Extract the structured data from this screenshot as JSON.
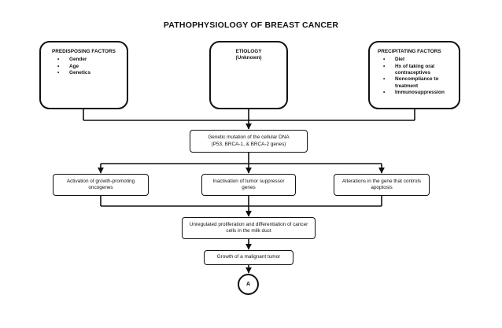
{
  "title": "PATHOPHYSIOLOGY OF BREAST CANCER",
  "predisposing": {
    "heading": "PREDISPOSING FACTORS",
    "items": [
      "Gender",
      "Age",
      "Genetics"
    ]
  },
  "etiology": {
    "heading": "ETIOLOGY",
    "subheading": "(Unknown)"
  },
  "precipitating": {
    "heading": "PRECIPITATING FACTORS",
    "items": [
      "Diet",
      "Hx of taking oral contraceptives",
      "Noncompliance to treatment",
      "Immunosuppression"
    ]
  },
  "mutation": {
    "line1": "Genetic mutation of the cellular DNA",
    "line2": "(P53, BRCA-1, & BRCA-2 genes)"
  },
  "activation": "Activation of growth-promoting oncogenes",
  "inactivation": "Inactivation of tumor suppressor genes",
  "alterations": "Alterations in the gene that controls apoptosis",
  "proliferation": "Unregulated proliferation and differentiation of cancer cells in the milk duct",
  "growth": "Growth of a malignant tumor",
  "connector": "A"
}
